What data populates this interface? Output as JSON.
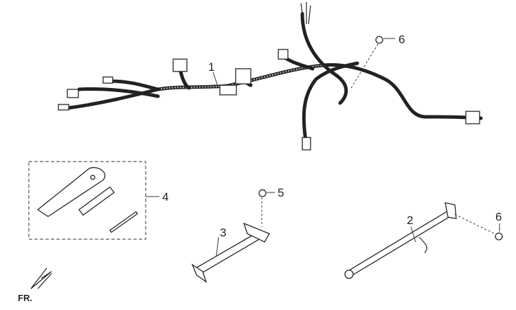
{
  "callouts": {
    "wire_harness": "1",
    "bolt_top": "6",
    "tool_kit": "4",
    "bolt_mid": "5",
    "bracket_left": "3",
    "bracket_right": "2",
    "bolt_right": "6"
  },
  "direction_marker": "FR."
}
